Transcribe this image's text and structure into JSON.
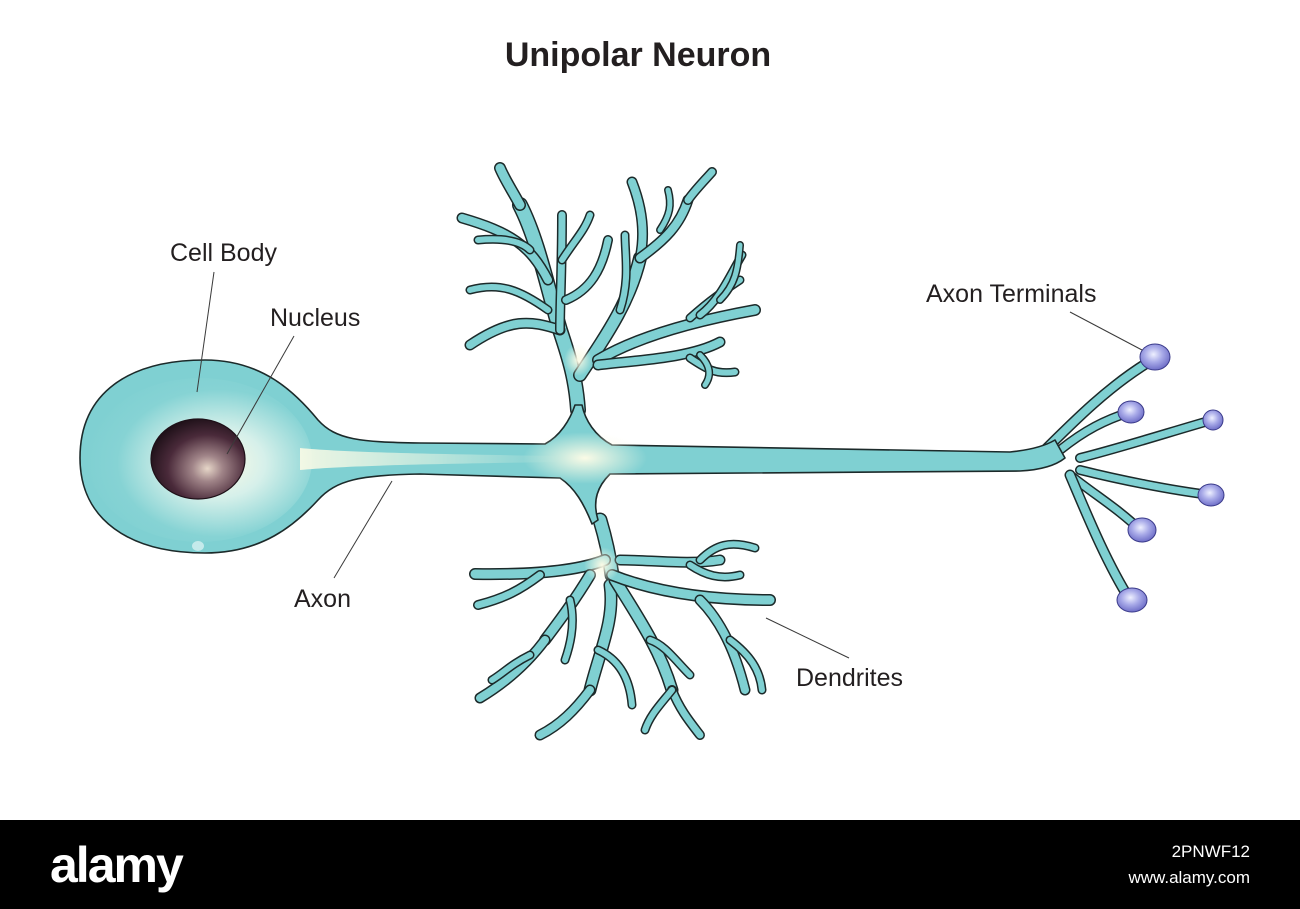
{
  "diagram": {
    "title": "Unipolar Neuron",
    "labels": {
      "cell_body": "Cell Body",
      "nucleus": "Nucleus",
      "axon": "Axon",
      "axon_terminals": "Axon Terminals",
      "dendrites": "Dendrites"
    },
    "colors": {
      "cytoplasm": "#7fd0d2",
      "highlight": "#fbfbe6",
      "outline": "#1c2a2a",
      "nucleus": "#3a2430",
      "terminal": "#8f8fdc",
      "text": "#231f20"
    }
  },
  "footer": {
    "brand": "alamy",
    "image_id": "2PNWF12",
    "url": "www.alamy.com"
  }
}
